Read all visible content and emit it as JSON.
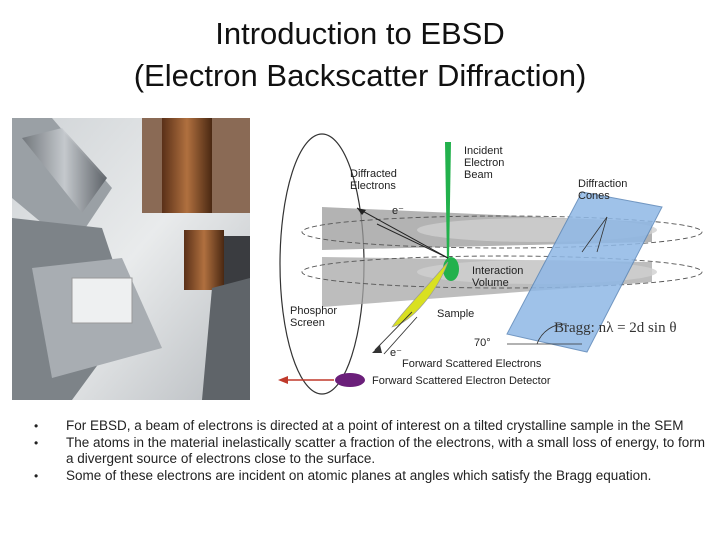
{
  "title": {
    "line1": "Introduction to EBSD",
    "line2": "(Electron Backscatter Diffraction)"
  },
  "diagram": {
    "incident_beam": "Incident\nElectron\nBeam",
    "diffracted_electrons": "Diffracted\nElectrons",
    "diffraction_cones": "Diffraction\nCones",
    "electron_symbol": "e⁻",
    "interaction_volume": "Interaction\nVolume",
    "phosphor_screen": "Phosphor\nScreen",
    "sample": "Sample",
    "angle": "70°",
    "bragg_equation": "Bragg:  nλ = 2d sin θ",
    "forward_scattered_electrons": "Forward Scattered Electrons",
    "forward_scattered_detector": "Forward Scattered Electron Detector",
    "colors": {
      "beam": "#22b14c",
      "sample": "#8fb8e6",
      "volume": "#d9e021",
      "detector": "#6b1f7a",
      "arrow": "#c0392b"
    }
  },
  "bullets": [
    "For EBSD, a beam of electrons is directed at a point of interest on a tilted crystalline sample in the SEM",
    "The atoms in the material inelastically scatter a fraction of the electrons, with a small loss of energy, to form a divergent source of electrons close to the surface.",
    "Some of these electrons are incident on atomic planes at angles which satisfy the Bragg equation."
  ],
  "bullet_symbol": "•"
}
